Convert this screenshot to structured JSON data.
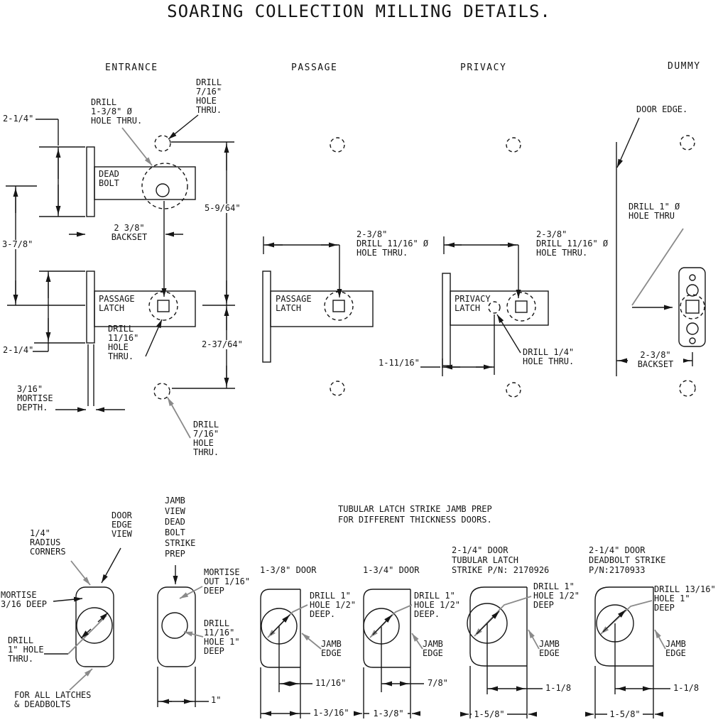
{
  "title": "SOARING COLLECTION MILLING DETAILS.",
  "entrance": {
    "header": "ENTRANCE",
    "drill_716_top": "DRILL\n7/16\"\nHOLE\nTHRU.",
    "drill_138": "DRILL\n1-3/8\" Ø\nHOLE THRU.",
    "dim_214_top": "2-1/4\"",
    "deadbolt_label": "DEAD\nBOLT",
    "backset": "2 3/8\"\nBACKSET",
    "dim_5964": "5-9/64\"",
    "dim_378": "3-7/8\"",
    "latch_label": "PASSAGE\nLATCH",
    "drill_1116": "DRILL\n11/16\"\nHOLE\nTHRU.",
    "dim_23764": "2-37/64\"",
    "dim_214_bottom": "2-1/4\"",
    "mortise_depth": "3/16\"\nMORTISE\nDEPTH.",
    "drill_716_bottom": "DRILL\n7/16\"\nHOLE\nTHRU."
  },
  "passage": {
    "header": "PASSAGE",
    "dim_238": "2-3/8\"",
    "drill_1116": "DRILL 11/16\" Ø\nHOLE THRU.",
    "latch_label": "PASSAGE\nLATCH"
  },
  "privacy": {
    "header": "PRIVACY",
    "dim_238": "2-3/8\"",
    "drill_1116": "DRILL 11/16\" Ø\nHOLE THRU.",
    "latch_label": "PRIVACY\nLATCH",
    "drill_14": "DRILL 1/4\"\nHOLE THRU.",
    "dim_11116": "1-11/16\""
  },
  "dummy": {
    "header": "DUMMY",
    "door_edge": "DOOR EDGE.",
    "drill_1": "DRILL 1\" Ø\nHOLE THRU",
    "backset": "2-3/8\"\nBACKSET"
  },
  "edge_view": {
    "radius_corners": "1/4\"\nRADIUS\nCORNERS",
    "door_edge_view": "DOOR\nEDGE\nVIEW",
    "mortise": "MORTISE\n3/16 DEEP",
    "drill_1": "DRILL\n1\" HOLE\nTHRU.",
    "for_all": "FOR ALL LATCHES\n& DEADBOLTS"
  },
  "jamb_view": {
    "title": "JAMB\nVIEW\nDEAD\nBOLT\nSTRIKE\nPREP",
    "mortise_out": "MORTISE\nOUT 1/16\"\nDEEP",
    "drill": "DRILL\n11/16\"\nHOLE 1\"\nDEEP",
    "dim_1": "1\""
  },
  "strike": {
    "heading": "TUBULAR LATCH STRIKE JAMB PREP\nFOR DIFFERENT THICKNESS DOORS.",
    "doors": [
      {
        "title": "1-3/8\" DOOR",
        "drill": "DRILL 1\"\nHOLE 1/2\"\nDEEP.",
        "jamb_edge": "JAMB\nEDGE",
        "dim_offset": "11/16\"",
        "dim_width": "1-3/16\""
      },
      {
        "title": "1-3/4\" DOOR",
        "drill": "DRILL 1\"\nHOLE 1/2\"\nDEEP.",
        "jamb_edge": "JAMB\nEDGE",
        "dim_offset": "7/8\"",
        "dim_width": "1-3/8\""
      },
      {
        "title": "2-1/4\" DOOR\nTUBULAR LATCH\nSTRIKE P/N: 2170926",
        "drill": "DRILL 1\"\nHOLE 1/2\"\nDEEP",
        "jamb_edge": "JAMB\nEDGE",
        "dim_offset": "1-1/8",
        "dim_width": "1-5/8\""
      },
      {
        "title": "2-1/4\" DOOR\nDEADBOLT STRIKE\nP/N:2170933",
        "drill": "DRILL 13/16\"\nHOLE 1\"\nDEEP",
        "jamb_edge": "JAMB\nEDGE",
        "dim_offset": "1-1/8",
        "dim_width": "1-5/8\""
      }
    ]
  }
}
